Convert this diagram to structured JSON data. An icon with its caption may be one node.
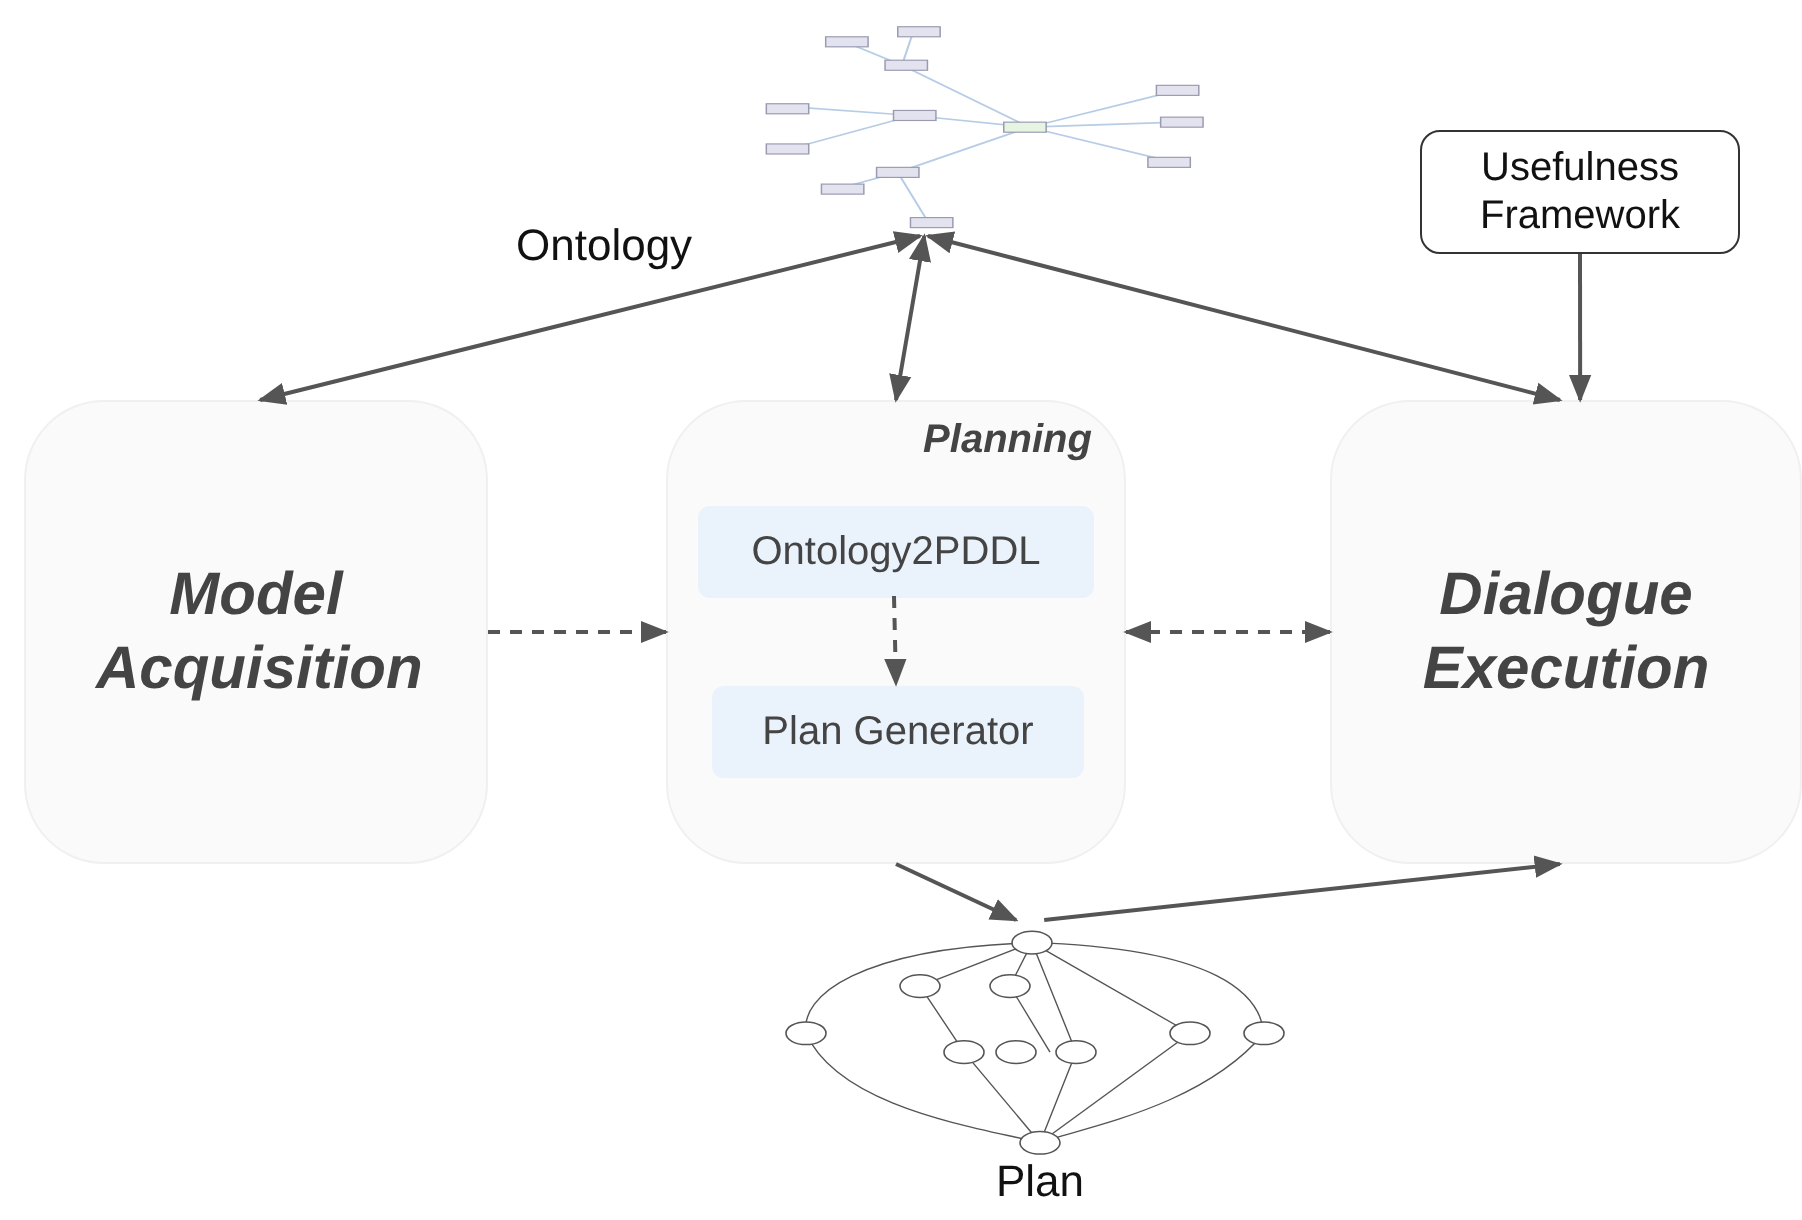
{
  "diagram": {
    "nodes": [
      {
        "text": [],
        "shape": "picture",
        "beside": [
          "Ontology"
        ]
      },
      {
        "text": [
          "Usefulness Framework"
        ]
      },
      {
        "text": [
          "Model Acquisition"
        ]
      },
      {
        "text": [
          "Planning"
        ]
      },
      {
        "text": [
          "Ontology2PDDL"
        ],
        "in": 3
      },
      {
        "text": [
          "Plan Generator"
        ],
        "in": 3
      },
      {
        "text": [
          "Dialogue Execution"
        ]
      },
      {
        "text": [],
        "shape": "picture",
        "beside": [
          "Plan"
        ]
      }
    ],
    "edges": [
      {
        "from": 0,
        "to": 2,
        "arrow": "both"
      },
      {
        "from": 0,
        "to": 3,
        "arrow": "both"
      },
      {
        "from": 0,
        "to": 6,
        "arrow": "both"
      },
      {
        "from": 1,
        "to": 6,
        "arrow": "to"
      },
      {
        "from": 2,
        "to": 3,
        "arrow": "to",
        "style": "dashed"
      },
      {
        "from": 4,
        "to": 5,
        "arrow": "to",
        "style": "dashed"
      },
      {
        "from": 3,
        "to": 6,
        "arrow": "both",
        "style": "dashed"
      },
      {
        "from": 3,
        "to": 7,
        "arrow": "to"
      },
      {
        "from": 7,
        "to": 6,
        "arrow": "to"
      }
    ]
  }
}
